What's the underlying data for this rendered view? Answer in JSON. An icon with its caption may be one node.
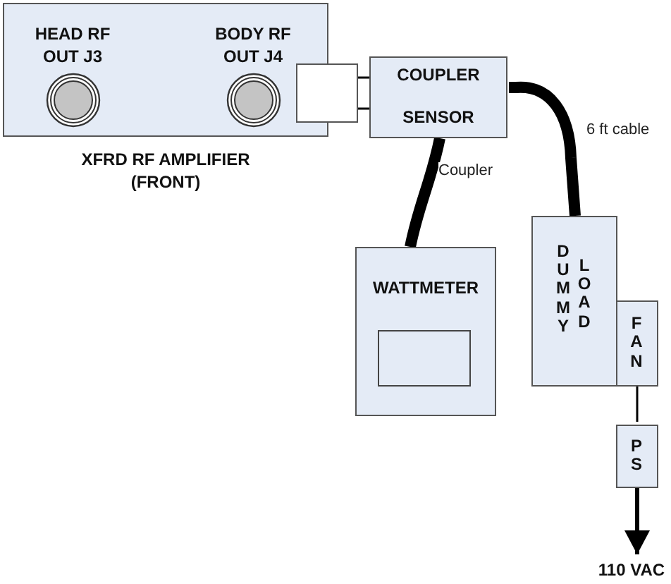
{
  "diagram": {
    "nodes": [
      {
        "text": [],
        "shape": "box",
        "beside": [
          "XFRD RF AMPLIFIER (FRONT)"
        ]
      },
      {
        "text": [
          "HEAD RF OUT J3"
        ],
        "in": 0
      },
      {
        "text": [
          "BODY RF OUT J4"
        ],
        "in": 0
      },
      {
        "text": [],
        "shape": "box"
      },
      {
        "text": [
          "COUPLER",
          "SENSOR"
        ]
      },
      {
        "text": [
          "WATTMETER"
        ]
      },
      {
        "text": [
          "DUMMY",
          "LOAD"
        ]
      },
      {
        "text": [
          "FAN"
        ]
      },
      {
        "text": [
          "PS"
        ]
      },
      {
        "text": [
          "110 VAC"
        ]
      }
    ],
    "edges": [
      {
        "from": 3,
        "to": 4,
        "arrow": "none"
      },
      {
        "from": 3,
        "to": 4,
        "arrow": "none"
      },
      {
        "from": 4,
        "to": 5,
        "arrow": "none",
        "label": "Coupler",
        "style": "thick"
      },
      {
        "from": 4,
        "to": 6,
        "arrow": "none",
        "label": "6 ft cable",
        "style": "thick"
      },
      {
        "from": 7,
        "to": 8,
        "arrow": "none"
      },
      {
        "from": 8,
        "to": 9,
        "arrow": "to",
        "style": "thick"
      }
    ]
  }
}
